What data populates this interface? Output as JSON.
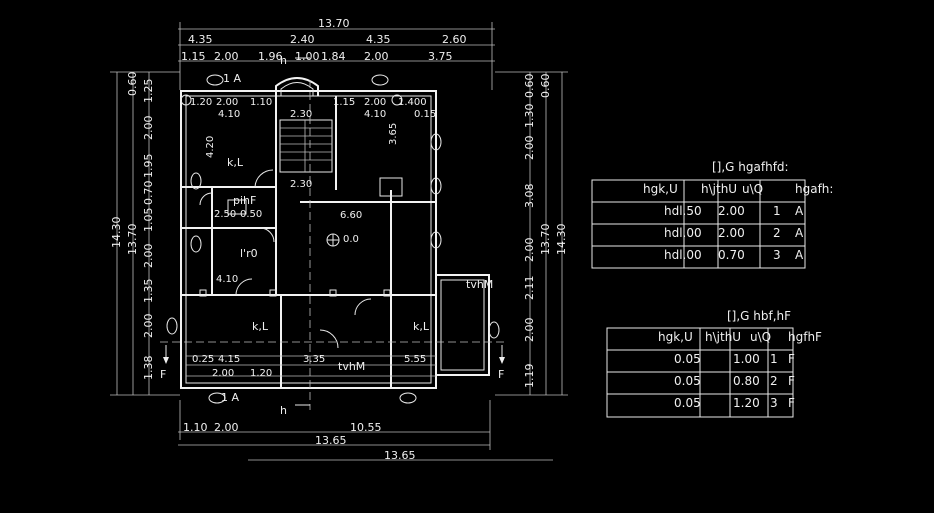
{
  "top_dims": {
    "overall": "13.70",
    "row2": [
      "4.35",
      "2.40",
      "4.35",
      "2.60"
    ],
    "row3": [
      "1.15",
      "2.00",
      "1.96",
      "1.00",
      "1.84",
      "2.00",
      "3.75"
    ]
  },
  "bottom_dims": {
    "row1": [
      "1.10",
      "2.00",
      "10.55"
    ],
    "row2": "13.65",
    "row3": "13.65"
  },
  "left_dims": {
    "outer": "14.30",
    "middle": "13.70",
    "inner": [
      "0.60",
      "1.25",
      "2.00",
      "1.95",
      "0.70",
      "1.05",
      "2.00",
      "1.35",
      "2.00",
      "1.38"
    ]
  },
  "right_dims": {
    "outer": "14.30",
    "middle": "13.70",
    "inner": [
      "0.60",
      "1.30",
      "2.00",
      "3.08",
      "2.00",
      "2.11",
      "2.00",
      "1.19"
    ]
  },
  "plan_labels": {
    "room1": "k,L",
    "room2": "k,L",
    "room3": "k,L",
    "bath": "pihF",
    "kitchen": "l'r0",
    "stair": "tvhM",
    "stair2": "tvhM",
    "level": "0.0",
    "section_a": "h",
    "section_b": "h",
    "section_c": "F",
    "section_d": "F",
    "top_mark": "1 A",
    "bottom_mark": "1 A",
    "inside_dims": [
      "1.20",
      "2.00",
      "1.10",
      "1.15",
      "2.00",
      "1.400",
      "4.10",
      "2.30",
      "4.10",
      "2.30",
      "6.60",
      "2.50",
      "0.50",
      "4.10",
      "3.35",
      "4.15",
      "5.55",
      "2.00",
      "1.20",
      "0.15",
      "4.20",
      "3.65",
      "0.25"
    ]
  },
  "table1": {
    "title": "[],G hgafhfd:",
    "headers": [
      "hgk,U",
      "h\\jthU",
      "u\\Q",
      "hgafh:"
    ],
    "rows": [
      {
        "a": "hdl.50",
        "b": "2.00",
        "c": "1",
        "d": "A"
      },
      {
        "a": "hdl.00",
        "b": "2.00",
        "c": "2",
        "d": "A"
      },
      {
        "a": "hdl.00",
        "b": "0.70",
        "c": "3",
        "d": "A"
      }
    ]
  },
  "table2": {
    "title": "[],G hbf,hF",
    "headers": [
      "hgk,U",
      "h\\jthU",
      "u\\Q",
      "hgfhF"
    ],
    "rows": [
      {
        "a": "0.05",
        "b": "1.00",
        "c": "1",
        "d": "F"
      },
      {
        "a": "0.05",
        "b": "0.80",
        "c": "2",
        "d": "F"
      },
      {
        "a": "0.05",
        "b": "1.20",
        "c": "3",
        "d": "F"
      }
    ]
  }
}
